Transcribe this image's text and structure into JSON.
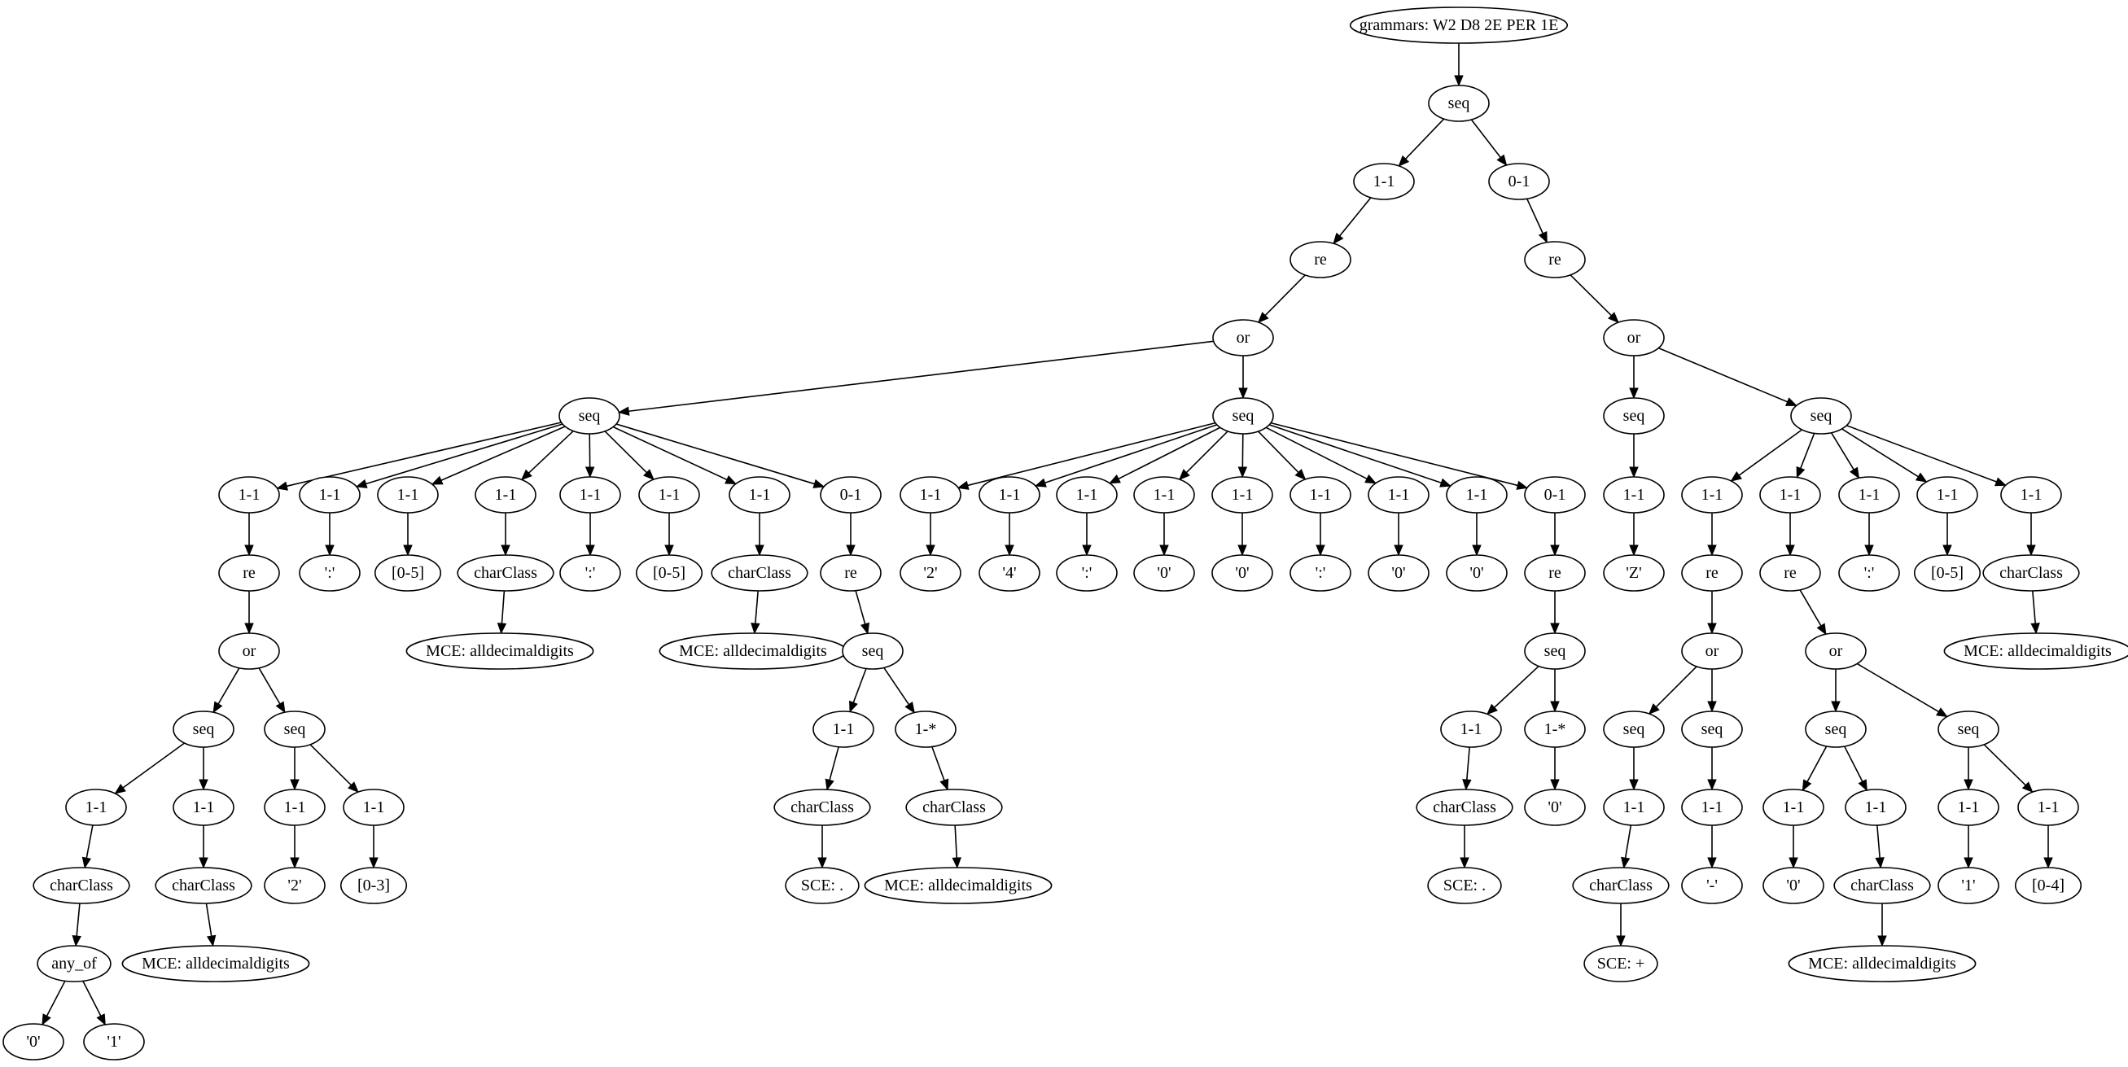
{
  "diagram": {
    "nodes": [
      {
        "id": "root",
        "label": "grammars: W2 D8 2E PER 1E"
      },
      {
        "id": "s0",
        "label": "seq"
      },
      {
        "id": "a11",
        "label": "1-1"
      },
      {
        "id": "a01",
        "label": "0-1"
      },
      {
        "id": "re1",
        "label": "re"
      },
      {
        "id": "or1",
        "label": "or"
      },
      {
        "id": "seqA",
        "label": "seq"
      },
      {
        "id": "seqB",
        "label": "seq"
      },
      {
        "id": "A1",
        "label": "1-1"
      },
      {
        "id": "A2",
        "label": "1-1"
      },
      {
        "id": "A3",
        "label": "1-1"
      },
      {
        "id": "A4",
        "label": "1-1"
      },
      {
        "id": "A5",
        "label": "1-1"
      },
      {
        "id": "A6",
        "label": "1-1"
      },
      {
        "id": "A7",
        "label": "1-1"
      },
      {
        "id": "A8",
        "label": "0-1"
      },
      {
        "id": "A1re",
        "label": "re"
      },
      {
        "id": "A1or",
        "label": "or"
      },
      {
        "id": "A1s1",
        "label": "seq"
      },
      {
        "id": "A1s2",
        "label": "seq"
      },
      {
        "id": "A1s1a",
        "label": "1-1"
      },
      {
        "id": "A1s1b",
        "label": "1-1"
      },
      {
        "id": "A1s2a",
        "label": "1-1"
      },
      {
        "id": "A1s2b",
        "label": "1-1"
      },
      {
        "id": "A1cc1",
        "label": "charClass"
      },
      {
        "id": "A1cc2",
        "label": "charClass"
      },
      {
        "id": "A1any",
        "label": "any_of"
      },
      {
        "id": "A1q0",
        "label": "'0'"
      },
      {
        "id": "A1q1",
        "label": "'1'"
      },
      {
        "id": "A1mce",
        "label": "MCE: alldecimaldigits"
      },
      {
        "id": "A1two",
        "label": "'2'"
      },
      {
        "id": "A1r03",
        "label": "[0-3]"
      },
      {
        "id": "A2c",
        "label": "':'"
      },
      {
        "id": "A3r",
        "label": "[0-5]"
      },
      {
        "id": "A4cc",
        "label": "charClass"
      },
      {
        "id": "A4mce",
        "label": "MCE: alldecimaldigits"
      },
      {
        "id": "A5c",
        "label": "':'"
      },
      {
        "id": "A6r",
        "label": "[0-5]"
      },
      {
        "id": "A7cc",
        "label": "charClass"
      },
      {
        "id": "A7mce",
        "label": "MCE: alldecimaldigits"
      },
      {
        "id": "A8re",
        "label": "re"
      },
      {
        "id": "A8seq",
        "label": "seq"
      },
      {
        "id": "A8a",
        "label": "1-1"
      },
      {
        "id": "A8b",
        "label": "1-*"
      },
      {
        "id": "A8cc1",
        "label": "charClass"
      },
      {
        "id": "A8cc2",
        "label": "charClass"
      },
      {
        "id": "A8sce",
        "label": "SCE: ."
      },
      {
        "id": "A8mce",
        "label": "MCE: alldecimaldigits"
      },
      {
        "id": "B1",
        "label": "1-1"
      },
      {
        "id": "B2",
        "label": "1-1"
      },
      {
        "id": "B3",
        "label": "1-1"
      },
      {
        "id": "B4",
        "label": "1-1"
      },
      {
        "id": "B5",
        "label": "1-1"
      },
      {
        "id": "B6",
        "label": "1-1"
      },
      {
        "id": "B7",
        "label": "1-1"
      },
      {
        "id": "B8",
        "label": "1-1"
      },
      {
        "id": "B9",
        "label": "0-1"
      },
      {
        "id": "B1v",
        "label": "'2'"
      },
      {
        "id": "B2v",
        "label": "'4'"
      },
      {
        "id": "B3v",
        "label": "':'"
      },
      {
        "id": "B4v",
        "label": "'0'"
      },
      {
        "id": "B5v",
        "label": "'0'"
      },
      {
        "id": "B6v",
        "label": "':'"
      },
      {
        "id": "B7v",
        "label": "'0'"
      },
      {
        "id": "B8v",
        "label": "'0'"
      },
      {
        "id": "B9re",
        "label": "re"
      },
      {
        "id": "B9seq",
        "label": "seq"
      },
      {
        "id": "B9a",
        "label": "1-1"
      },
      {
        "id": "B9b",
        "label": "1-*"
      },
      {
        "id": "B9cc",
        "label": "charClass"
      },
      {
        "id": "B9zero",
        "label": "'0'"
      },
      {
        "id": "B9sce",
        "label": "SCE: ."
      },
      {
        "id": "re2",
        "label": "re"
      },
      {
        "id": "or2",
        "label": "or"
      },
      {
        "id": "seqC",
        "label": "seq"
      },
      {
        "id": "seqD",
        "label": "seq"
      },
      {
        "id": "C1",
        "label": "1-1"
      },
      {
        "id": "C1v",
        "label": "'Z'"
      },
      {
        "id": "D1",
        "label": "1-1"
      },
      {
        "id": "D2",
        "label": "1-1"
      },
      {
        "id": "D3",
        "label": "1-1"
      },
      {
        "id": "D4",
        "label": "1-1"
      },
      {
        "id": "D5",
        "label": "1-1"
      },
      {
        "id": "D1re",
        "label": "re"
      },
      {
        "id": "D1or",
        "label": "or"
      },
      {
        "id": "D1s1",
        "label": "seq"
      },
      {
        "id": "D1s2",
        "label": "seq"
      },
      {
        "id": "D1s1a",
        "label": "1-1"
      },
      {
        "id": "D1s2a",
        "label": "1-1"
      },
      {
        "id": "D1cc",
        "label": "charClass"
      },
      {
        "id": "D1sce",
        "label": "SCE: +"
      },
      {
        "id": "D1dash",
        "label": "'-'"
      },
      {
        "id": "D2re",
        "label": "re"
      },
      {
        "id": "D2or",
        "label": "or"
      },
      {
        "id": "D2s1",
        "label": "seq"
      },
      {
        "id": "D2s2",
        "label": "seq"
      },
      {
        "id": "D2s1a",
        "label": "1-1"
      },
      {
        "id": "D2s1b",
        "label": "1-1"
      },
      {
        "id": "D2s2a",
        "label": "1-1"
      },
      {
        "id": "D2s2b",
        "label": "1-1"
      },
      {
        "id": "D2zero",
        "label": "'0'"
      },
      {
        "id": "D2cc",
        "label": "charClass"
      },
      {
        "id": "D2mce",
        "label": "MCE: alldecimaldigits"
      },
      {
        "id": "D2one",
        "label": "'1'"
      },
      {
        "id": "D2r04",
        "label": "[0-4]"
      },
      {
        "id": "D3c",
        "label": "':'"
      },
      {
        "id": "D4r",
        "label": "[0-5]"
      },
      {
        "id": "D5cc",
        "label": "charClass"
      },
      {
        "id": "D5mce",
        "label": "MCE: alldecimaldigits"
      }
    ],
    "edges": [
      [
        "root",
        "s0"
      ],
      [
        "s0",
        "a11"
      ],
      [
        "s0",
        "a01"
      ],
      [
        "a11",
        "re1"
      ],
      [
        "re1",
        "or1"
      ],
      [
        "or1",
        "seqA"
      ],
      [
        "or1",
        "seqB"
      ],
      [
        "seqA",
        "A1"
      ],
      [
        "seqA",
        "A2"
      ],
      [
        "seqA",
        "A3"
      ],
      [
        "seqA",
        "A4"
      ],
      [
        "seqA",
        "A5"
      ],
      [
        "seqA",
        "A6"
      ],
      [
        "seqA",
        "A7"
      ],
      [
        "seqA",
        "A8"
      ],
      [
        "A1",
        "A1re"
      ],
      [
        "A1re",
        "A1or"
      ],
      [
        "A1or",
        "A1s1"
      ],
      [
        "A1or",
        "A1s2"
      ],
      [
        "A1s1",
        "A1s1a"
      ],
      [
        "A1s1",
        "A1s1b"
      ],
      [
        "A1s2",
        "A1s2a"
      ],
      [
        "A1s2",
        "A1s2b"
      ],
      [
        "A1s1a",
        "A1cc1"
      ],
      [
        "A1cc1",
        "A1any"
      ],
      [
        "A1any",
        "A1q0"
      ],
      [
        "A1any",
        "A1q1"
      ],
      [
        "A1s1b",
        "A1cc2"
      ],
      [
        "A1cc2",
        "A1mce"
      ],
      [
        "A1s2a",
        "A1two"
      ],
      [
        "A1s2b",
        "A1r03"
      ],
      [
        "A2",
        "A2c"
      ],
      [
        "A3",
        "A3r"
      ],
      [
        "A4",
        "A4cc"
      ],
      [
        "A4cc",
        "A4mce"
      ],
      [
        "A5",
        "A5c"
      ],
      [
        "A6",
        "A6r"
      ],
      [
        "A7",
        "A7cc"
      ],
      [
        "A7cc",
        "A7mce"
      ],
      [
        "A8",
        "A8re"
      ],
      [
        "A8re",
        "A8seq"
      ],
      [
        "A8seq",
        "A8a"
      ],
      [
        "A8seq",
        "A8b"
      ],
      [
        "A8a",
        "A8cc1"
      ],
      [
        "A8cc1",
        "A8sce"
      ],
      [
        "A8b",
        "A8cc2"
      ],
      [
        "A8cc2",
        "A8mce"
      ],
      [
        "seqB",
        "B1"
      ],
      [
        "seqB",
        "B2"
      ],
      [
        "seqB",
        "B3"
      ],
      [
        "seqB",
        "B4"
      ],
      [
        "seqB",
        "B5"
      ],
      [
        "seqB",
        "B6"
      ],
      [
        "seqB",
        "B7"
      ],
      [
        "seqB",
        "B8"
      ],
      [
        "seqB",
        "B9"
      ],
      [
        "B1",
        "B1v"
      ],
      [
        "B2",
        "B2v"
      ],
      [
        "B3",
        "B3v"
      ],
      [
        "B4",
        "B4v"
      ],
      [
        "B5",
        "B5v"
      ],
      [
        "B6",
        "B6v"
      ],
      [
        "B7",
        "B7v"
      ],
      [
        "B8",
        "B8v"
      ],
      [
        "B9",
        "B9re"
      ],
      [
        "B9re",
        "B9seq"
      ],
      [
        "B9seq",
        "B9a"
      ],
      [
        "B9seq",
        "B9b"
      ],
      [
        "B9a",
        "B9cc"
      ],
      [
        "B9cc",
        "B9sce"
      ],
      [
        "B9b",
        "B9zero"
      ],
      [
        "a01",
        "re2"
      ],
      [
        "re2",
        "or2"
      ],
      [
        "or2",
        "seqC"
      ],
      [
        "or2",
        "seqD"
      ],
      [
        "seqC",
        "C1"
      ],
      [
        "C1",
        "C1v"
      ],
      [
        "seqD",
        "D1"
      ],
      [
        "seqD",
        "D2"
      ],
      [
        "seqD",
        "D3"
      ],
      [
        "seqD",
        "D4"
      ],
      [
        "seqD",
        "D5"
      ],
      [
        "D1",
        "D1re"
      ],
      [
        "D1re",
        "D1or"
      ],
      [
        "D1or",
        "D1s1"
      ],
      [
        "D1or",
        "D1s2"
      ],
      [
        "D1s1",
        "D1s1a"
      ],
      [
        "D1s2",
        "D1s2a"
      ],
      [
        "D1s1a",
        "D1cc"
      ],
      [
        "D1cc",
        "D1sce"
      ],
      [
        "D1s2a",
        "D1dash"
      ],
      [
        "D2",
        "D2re"
      ],
      [
        "D2re",
        "D2or"
      ],
      [
        "D2or",
        "D2s1"
      ],
      [
        "D2or",
        "D2s2"
      ],
      [
        "D2s1",
        "D2s1a"
      ],
      [
        "D2s1",
        "D2s1b"
      ],
      [
        "D2s2",
        "D2s2a"
      ],
      [
        "D2s2",
        "D2s2b"
      ],
      [
        "D2s1a",
        "D2zero"
      ],
      [
        "D2s1b",
        "D2cc"
      ],
      [
        "D2cc",
        "D2mce"
      ],
      [
        "D2s2a",
        "D2one"
      ],
      [
        "D2s2b",
        "D2r04"
      ],
      [
        "D3",
        "D3c"
      ],
      [
        "D4",
        "D4r"
      ],
      [
        "D5",
        "D5cc"
      ],
      [
        "D5cc",
        "D5mce"
      ]
    ]
  }
}
